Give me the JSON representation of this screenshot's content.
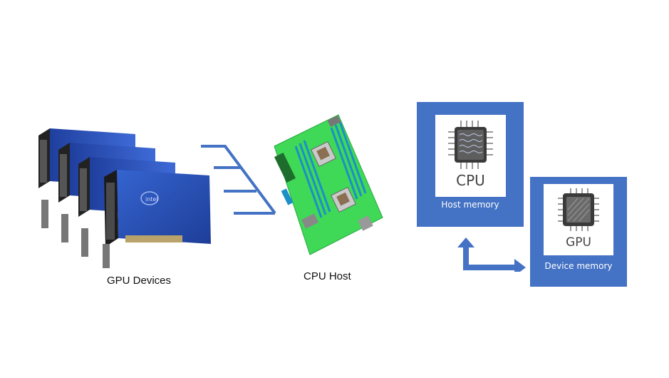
{
  "labels": {
    "gpu_devices": "GPU Devices",
    "cpu_host": "CPU Host"
  },
  "host_card": {
    "chip_text": "CPU",
    "memory_text": "Host memory"
  },
  "device_card": {
    "chip_text": "GPU",
    "memory_text": "Device memory"
  },
  "icons": {
    "gpu_cards": "gpu-card-stack-icon",
    "motherboard": "server-motherboard-icon",
    "connector": "bus-connector-icon",
    "cpu_chip": "cpu-chip-icon",
    "gpu_chip": "gpu-chip-icon",
    "transfer_arrow": "bidirectional-arrow-icon"
  },
  "colors": {
    "accent_blue": "#4472c4",
    "card_blue": "#2f55b8",
    "board_green": "#3fd957",
    "chip_dark": "#3a3a3a"
  }
}
